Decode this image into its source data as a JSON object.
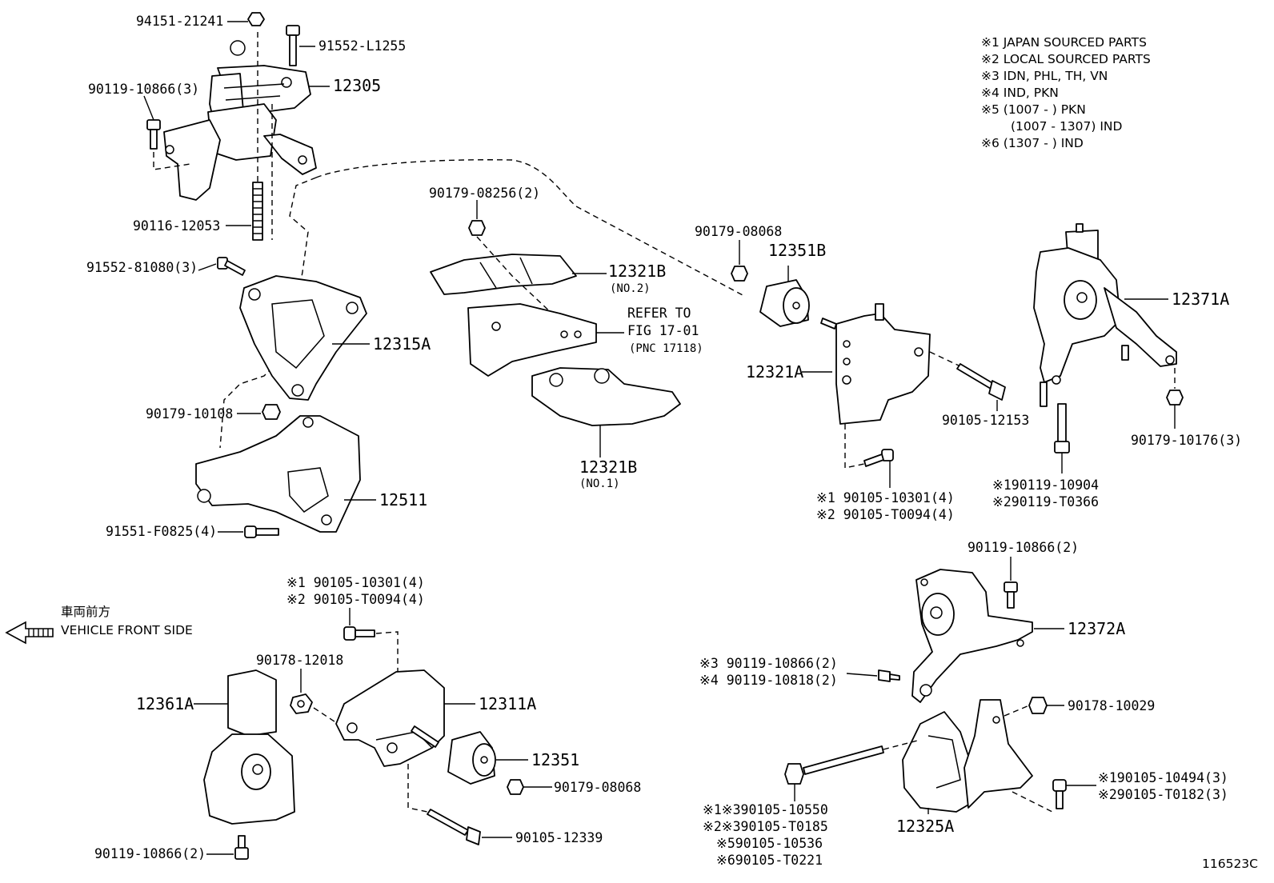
{
  "legend": [
    "※1 JAPAN SOURCED PARTS",
    "※2 LOCAL SOURCED PARTS",
    "※3 IDN, PHL, TH, VN",
    "※4 IND, PKN",
    "※5 (1007 -        ) PKN",
    "(1007 - 1307) IND",
    "※6 (1307 -        ) IND"
  ],
  "direction": {
    "jp": "車両前方",
    "en": "VEHICLE FRONT SIDE"
  },
  "figure_id": "116523C",
  "parts": {
    "p94151_21241": "94151-21241",
    "p91552_L1255": "91552-L1255",
    "p90119_10866_3": "90119-10866(3)",
    "p12305": "12305",
    "p90116_12053": "90116-12053",
    "p91552_81080_3": "91552-81080(3)",
    "p12315A": "12315A",
    "p90179_10108": "90179-10108",
    "p12511": "12511",
    "p91551_F0825_4": "91551-F0825(4)",
    "p90179_08256_2": "90179-08256(2)",
    "p12321B_a": "12321B",
    "p12321B_a_sub": "(NO.2)",
    "refer1": "REFER TO",
    "refer2": "FIG 17-01",
    "refer3": "(PNC 17118)",
    "p12321B_b": "12321B",
    "p12321B_b_sub": "(NO.1)",
    "p90179_08068_top": "90179-08068",
    "p12351B": "12351B",
    "p12321A": "12321A",
    "p90105_12153": "90105-12153",
    "p90105_10301_4_top": "※1  90105-10301(4)",
    "p90105_T0094_4_top": "※2  90105-T0094(4)",
    "p12371A": "12371A",
    "p90179_10176_3": "90179-10176(3)",
    "p90119_10904": "※190119-10904",
    "p90119_T0366": "※290119-T0366",
    "p90119_10866_2_right": "90119-10866(2)",
    "p12372A": "12372A",
    "p90119_10866_2_s3": "※3  90119-10866(2)",
    "p90119_10818_2_s4": "※4  90119-10818(2)",
    "p90178_10029": "90178-10029",
    "p90105_10494_3": "※190105-10494(3)",
    "p90105_T0182_3": "※290105-T0182(3)",
    "p12325A": "12325A",
    "p90105_10550": "※1※390105-10550",
    "p90105_T0185": "※2※390105-T0185",
    "p90105_10536": "※590105-10536",
    "p90105_T0221": "※690105-T0221",
    "p90105_10301_4_mid": "※1  90105-10301(4)",
    "p90105_T0094_4_mid": "※2  90105-T0094(4)",
    "p90178_12018": "90178-12018",
    "p12311A": "12311A",
    "p12361A": "12361A",
    "p12351": "12351",
    "p90179_08068_bot": "90179-08068",
    "p90105_12339": "90105-12339",
    "p90119_10866_2_bot": "90119-10866(2)"
  }
}
